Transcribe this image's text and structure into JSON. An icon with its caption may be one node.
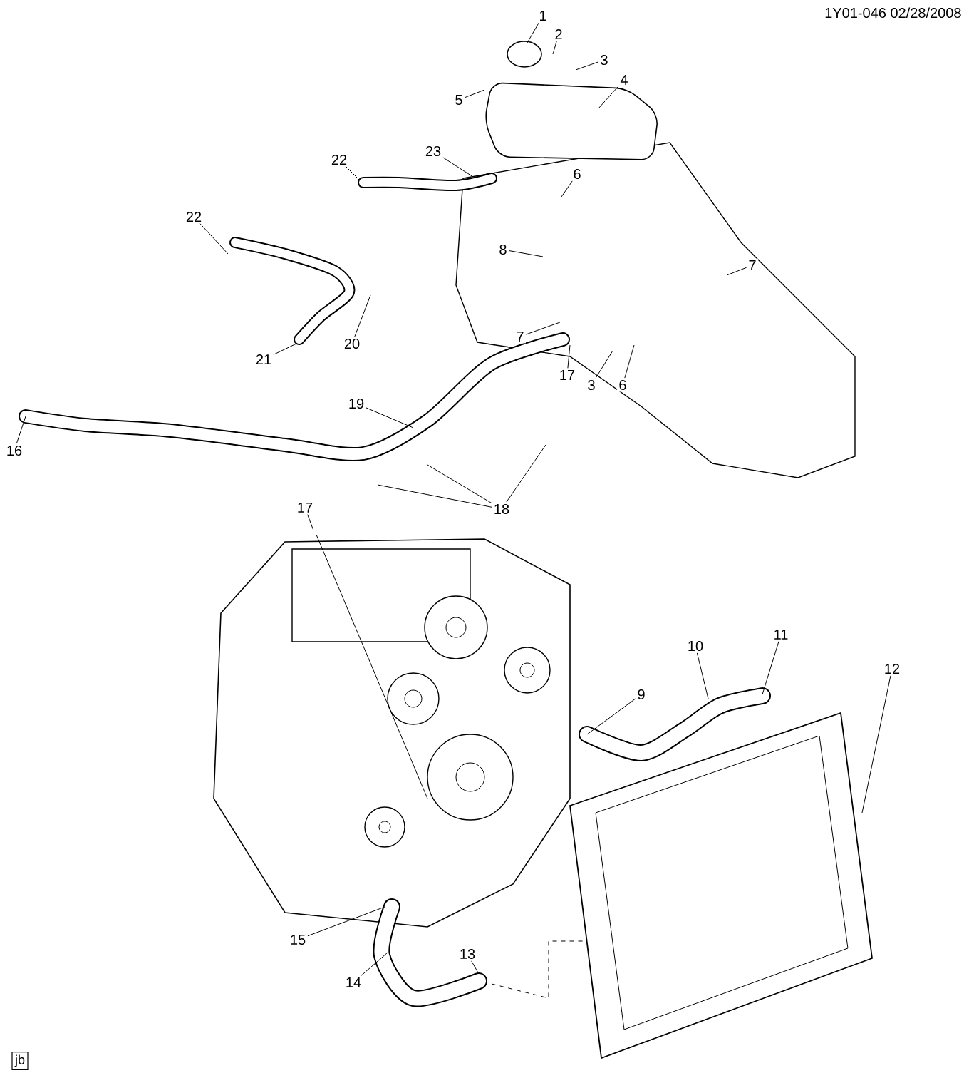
{
  "diagram": {
    "nodes": [
      {
        "text": [
          "1"
        ]
      },
      {
        "text": [
          "2"
        ]
      },
      {
        "text": [
          "3"
        ]
      },
      {
        "text": [
          "4"
        ]
      },
      {
        "text": [
          "5"
        ]
      },
      {
        "text": [
          "22"
        ]
      },
      {
        "text": [
          "23"
        ]
      },
      {
        "text": [
          "6"
        ]
      },
      {
        "text": [
          "22"
        ]
      },
      {
        "text": [
          "8"
        ]
      },
      {
        "text": [
          "7"
        ]
      },
      {
        "text": [
          "7"
        ]
      },
      {
        "text": [
          "20"
        ]
      },
      {
        "text": [
          "21"
        ]
      },
      {
        "text": [
          "17"
        ]
      },
      {
        "text": [
          "3"
        ]
      },
      {
        "text": [
          "6"
        ]
      },
      {
        "text": [
          "19"
        ]
      },
      {
        "text": [
          "16"
        ]
      },
      {
        "text": [
          "17"
        ]
      },
      {
        "text": [
          "18"
        ]
      },
      {
        "text": [
          "11"
        ]
      },
      {
        "text": [
          "10"
        ]
      },
      {
        "text": [
          "12"
        ]
      },
      {
        "text": [
          "9"
        ]
      },
      {
        "text": [
          "15"
        ]
      },
      {
        "text": [
          "13"
        ]
      },
      {
        "text": [
          "14"
        ]
      },
      {
        "text": [
          "jb"
        ]
      }
    ],
    "edges": [
      {
        "from": 0,
        "to": null,
        "arrow": "none"
      },
      {
        "from": 1,
        "to": null,
        "arrow": "none"
      },
      {
        "from": 2,
        "to": null,
        "arrow": "none"
      },
      {
        "from": 3,
        "to": null,
        "arrow": "none"
      },
      {
        "from": 4,
        "to": null,
        "arrow": "none"
      },
      {
        "from": 5,
        "to": null,
        "arrow": "none"
      },
      {
        "from": 6,
        "to": null,
        "arrow": "none"
      },
      {
        "from": 7,
        "to": null,
        "arrow": "none"
      },
      {
        "from": 8,
        "to": null,
        "arrow": "none"
      },
      {
        "from": 9,
        "to": null,
        "arrow": "none"
      },
      {
        "from": 10,
        "to": null,
        "arrow": "none"
      },
      {
        "from": 11,
        "to": null,
        "arrow": "none"
      },
      {
        "from": 12,
        "to": null,
        "arrow": "none"
      },
      {
        "from": 13,
        "to": null,
        "arrow": "none"
      },
      {
        "from": 14,
        "to": null,
        "arrow": "none"
      },
      {
        "from": 15,
        "to": null,
        "arrow": "none"
      },
      {
        "from": 16,
        "to": null,
        "arrow": "none"
      },
      {
        "from": 17,
        "to": null,
        "arrow": "none"
      },
      {
        "from": 18,
        "to": null,
        "arrow": "none"
      },
      {
        "from": 19,
        "to": null,
        "arrow": "none"
      },
      {
        "from": 20,
        "to": null,
        "arrow": "none"
      },
      {
        "from": 20,
        "to": null,
        "arrow": "none"
      },
      {
        "from": 20,
        "to": null,
        "arrow": "none"
      },
      {
        "from": 21,
        "to": null,
        "arrow": "none"
      },
      {
        "from": 22,
        "to": null,
        "arrow": "none"
      },
      {
        "from": 23,
        "to": null,
        "arrow": "none"
      },
      {
        "from": 24,
        "to": null,
        "arrow": "none"
      },
      {
        "from": 25,
        "to": null,
        "arrow": "none"
      },
      {
        "from": 26,
        "to": null,
        "arrow": "none"
      },
      {
        "from": 27,
        "to": null,
        "arrow": "none"
      }
    ],
    "labels": [
      "1Y01-046 02/28/2008"
    ]
  }
}
